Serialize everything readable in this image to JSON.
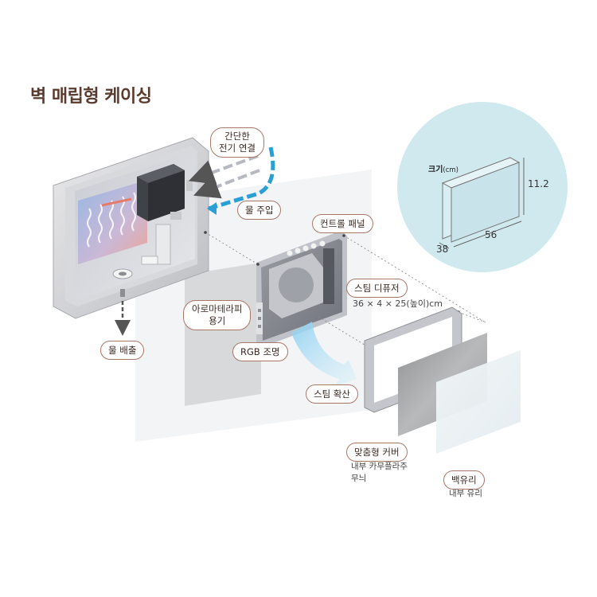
{
  "title": "벽 매립형 케이싱",
  "labels": {
    "electric": [
      "간단한",
      "전기 연결"
    ],
    "water_in": "물 주입",
    "water_out": "물 배출",
    "control_panel": "컨트롤 패널",
    "steam_diffuser": "스팀 디퓨저",
    "diffuser_size": "36 × 4 × 25(높이)cm",
    "aroma": [
      "아로마테라피",
      "용기"
    ],
    "rgb": "RGB 조명",
    "steam_spread": "스팀 확산",
    "custom_cover": "맞춤형 커버",
    "custom_cover_note": [
      "내부 카무플라주",
      "무늬"
    ],
    "glass": "백유리",
    "glass_note": "내부 유리"
  },
  "size_box": {
    "title": "크기",
    "unit": "(cm)",
    "height": "11.2",
    "width": "56",
    "depth": "38"
  },
  "colors": {
    "title": "#5a3b2e",
    "pill_border": "#a9766a",
    "water_arrow": "#2a9fd6",
    "size_circle": "#cfe9ee"
  }
}
